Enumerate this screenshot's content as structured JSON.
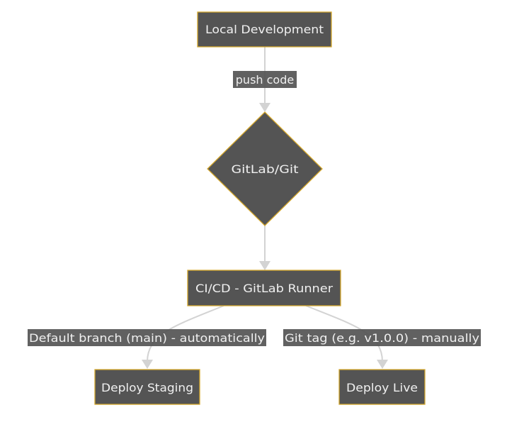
{
  "diagram": {
    "type": "flowchart",
    "direction": "top-down",
    "colors": {
      "node_fill": "#545454",
      "node_border": "#d4a72c",
      "node_text": "#f0f0f0",
      "edge": "#d3d3d3",
      "label_bg": "#545454"
    },
    "nodes": {
      "local_dev": {
        "label": "Local Development",
        "shape": "rectangle"
      },
      "gitlab": {
        "label": "GitLab/Git",
        "shape": "diamond"
      },
      "cicd": {
        "label": "CI/CD - GitLab Runner",
        "shape": "rectangle"
      },
      "staging": {
        "label": "Deploy Staging",
        "shape": "rectangle"
      },
      "live": {
        "label": "Deploy Live",
        "shape": "rectangle"
      }
    },
    "edges": {
      "push": {
        "from": "local_dev",
        "to": "gitlab",
        "label": "push code"
      },
      "to_cicd": {
        "from": "gitlab",
        "to": "cicd",
        "label": ""
      },
      "to_staging": {
        "from": "cicd",
        "to": "staging",
        "label": "Default branch (main) - automatically"
      },
      "to_live": {
        "from": "cicd",
        "to": "live",
        "label": "Git tag (e.g. v1.0.0) - manually"
      }
    }
  }
}
